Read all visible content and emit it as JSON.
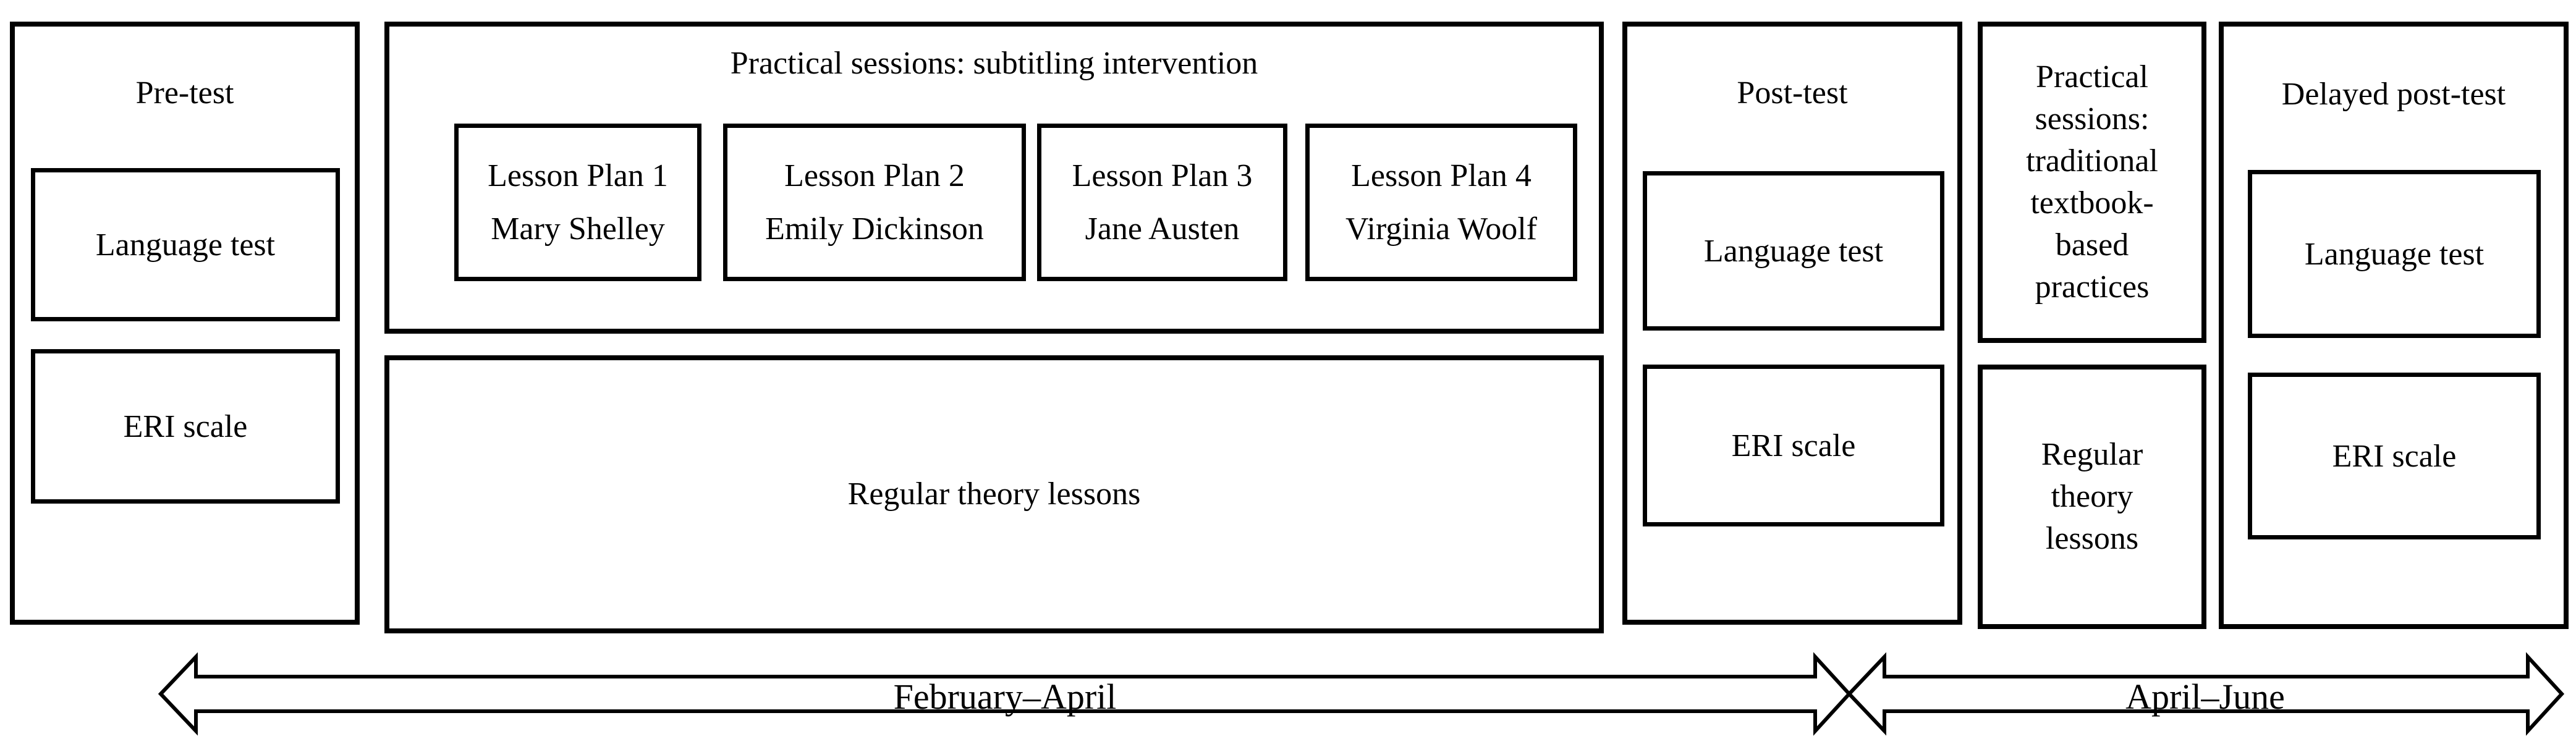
{
  "pretest": {
    "title": "Pre-test",
    "language_test": "Language test",
    "eri_scale": "ERI scale"
  },
  "intervention": {
    "title": "Practical sessions: subtitling intervention",
    "lesson_plans": [
      {
        "name": "Lesson Plan 1",
        "author": "Mary Shelley"
      },
      {
        "name": "Lesson Plan 2",
        "author": "Emily Dickinson"
      },
      {
        "name": "Lesson Plan 3",
        "author": "Jane Austen"
      },
      {
        "name": "Lesson Plan 4",
        "author": "Virginia Woolf"
      }
    ],
    "regular_theory": "Regular theory lessons"
  },
  "posttest": {
    "title": "Post-test",
    "language_test": "Language test",
    "eri_scale": "ERI scale"
  },
  "control": {
    "title_lines": [
      "Practical",
      "sessions:",
      "traditional",
      "textbook-",
      "based",
      "practices"
    ],
    "regular_theory_lines": [
      "Regular",
      "theory",
      "lessons"
    ]
  },
  "delayed_posttest": {
    "title": "Delayed post-test",
    "language_test": "Language test",
    "eri_scale": "ERI scale"
  },
  "timeline": {
    "first_period": "February–April",
    "second_period": "April–June"
  },
  "colors": {
    "ink": "#000000",
    "paper": "#ffffff"
  }
}
